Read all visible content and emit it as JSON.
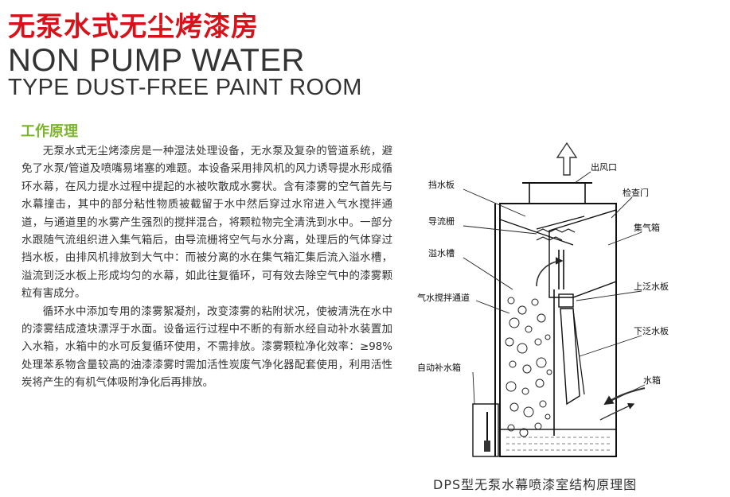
{
  "header": {
    "title_cn": "无泵水式无尘烤漆房",
    "title_en_line1": "NON PUMP WATER",
    "title_en_line2": "TYPE DUST-FREE PAINT ROOM"
  },
  "section": {
    "heading": "工作原理",
    "paragraphs": [
      "无泵水式无尘烤漆房是一种湿法处理设备，无水泵及复杂的管道系统，避免了水泵/管道及喷嘴易堵塞的难题。本设备采用排风机的风力诱导提水形成循环水幕，在风力提水过程中提起的水被吹散成水雾状。含有漆雾的空气首先与水幕撞击，其中的部分粘性物质被截留于水中然后穿过水帘进入气水搅拌通道，与通道里的水雾产生强烈的搅拌混合，将颗粒物完全清洗到水中。一部分水跟随气流组织进入集气箱后，由导流栅将空气与水分离，处理后的气体穿过挡水板，由排风机排放到大气中：而被分离的水在集气箱汇集后流入溢水槽，溢流到泛水板上形成均匀的水幕，如此往复循环，可有效去除空气中的漆雾颗粒有害成分。",
      "循环水中添加专用的漆雾絮凝剂，改变漆雾的粘附状况，使被清洗在水中的漆雾结成渣块漂浮于水面。设备运行过程中不断的有新水经自动补水装置加入水箱，水箱中的水可反复循环使用，不需排放。漆雾颗粒净化效率：≥98%处理苯系物含量较高的油漆漆雾时需加活性炭废气净化器配套使用，利用活性炭将产生的有机气体吸附净化后再排放。"
    ]
  },
  "diagram": {
    "labels": {
      "outlet": "出风口",
      "baffle": "挡水板",
      "guide_grid": "导流栅",
      "overflow_tank": "溢水槽",
      "mixing_channel": "气水搅拌通道",
      "auto_water": "自动补水箱",
      "inspection_door": "检查门",
      "collector": "集气箱",
      "upper_plate": "上泛水板",
      "lower_plate": "下泛水板",
      "water_tank": "水箱"
    },
    "caption": "DPS型无泵水幕喷漆室结构原理图"
  }
}
